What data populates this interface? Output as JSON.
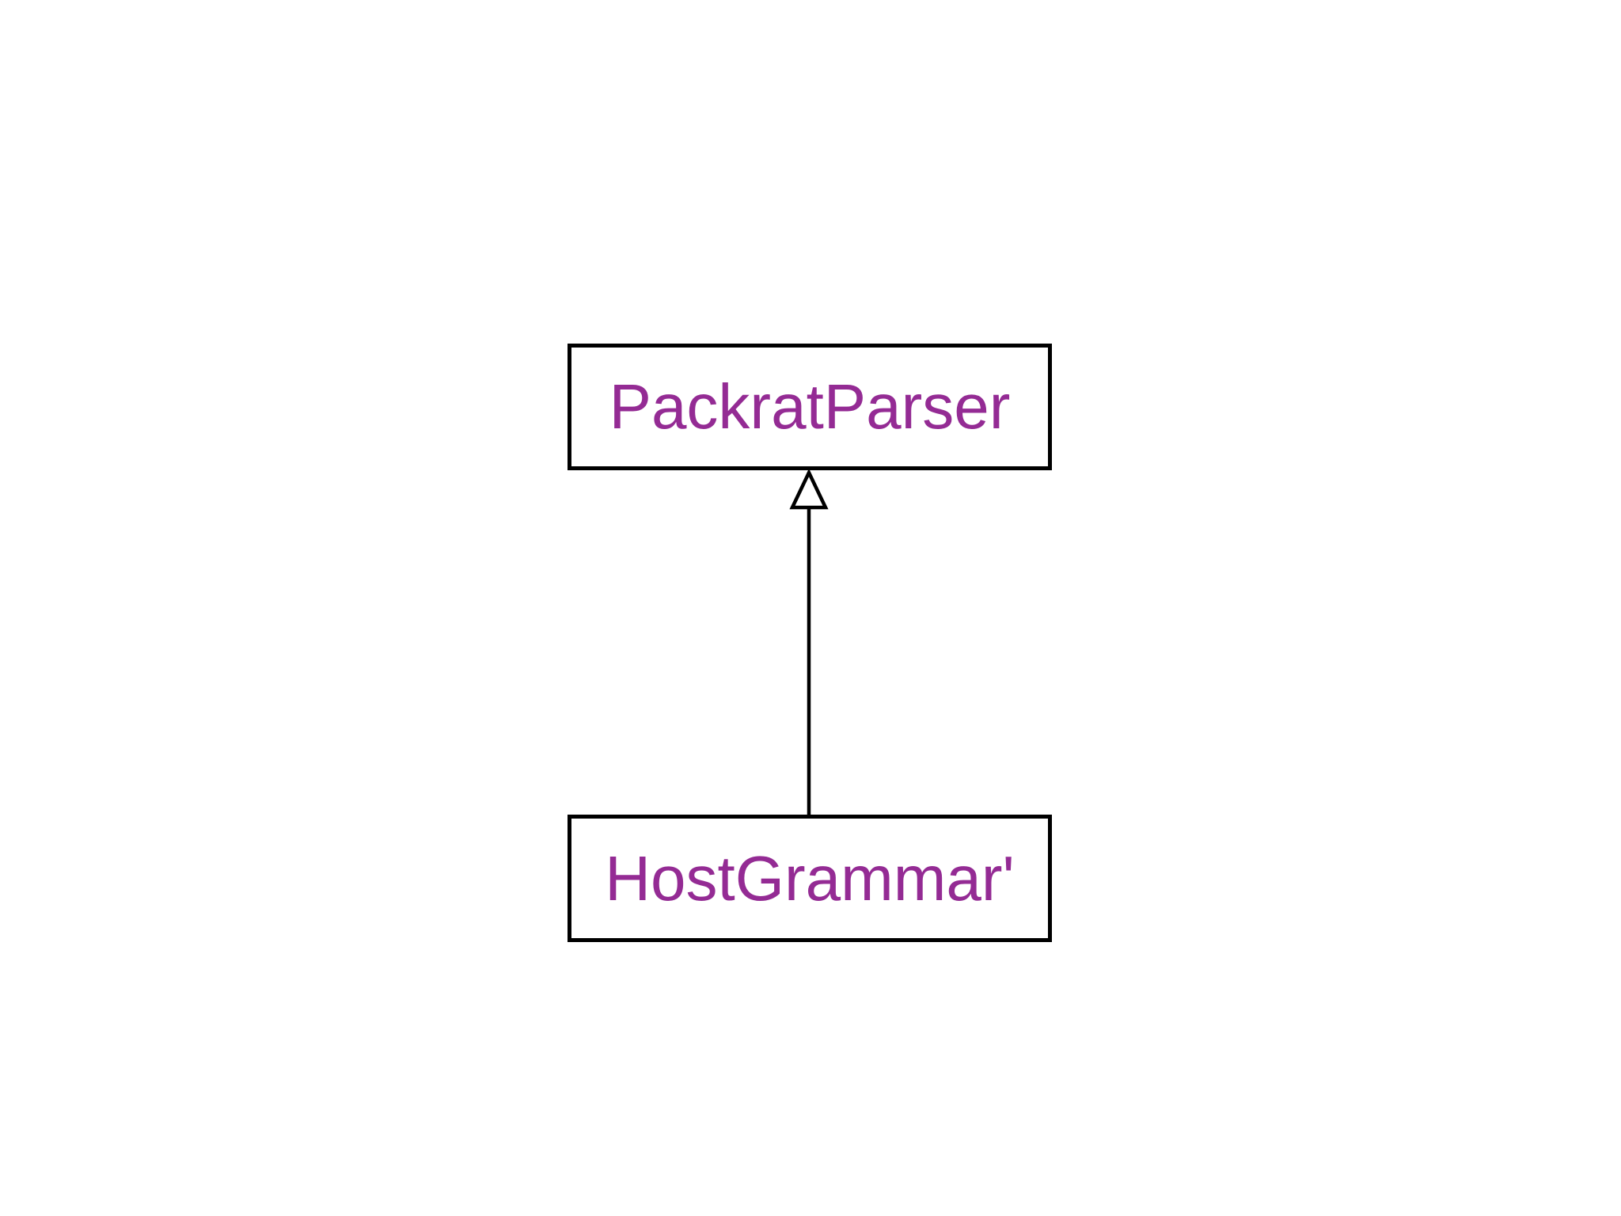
{
  "diagram": {
    "background_color": "#ffffff",
    "border_color": "#000000",
    "class_name_color": "#942B94",
    "nodes": [
      {
        "id": "parent",
        "label": "PackratParser"
      },
      {
        "id": "child",
        "label": "HostGrammar'"
      }
    ],
    "edges": [
      {
        "from": "child",
        "to": "parent",
        "relation": "inheritance",
        "marker": "hollow-triangle"
      }
    ]
  }
}
